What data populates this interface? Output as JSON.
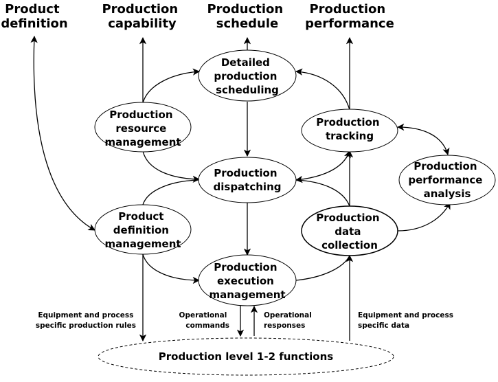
{
  "headers": {
    "product_definition": [
      "Product",
      "definition"
    ],
    "production_capability": [
      "Production",
      "capability"
    ],
    "production_schedule": [
      "Production",
      "schedule"
    ],
    "production_performance": [
      "Production",
      "performance"
    ]
  },
  "nodes": {
    "detailed_scheduling": [
      "Detailed",
      "production",
      "scheduling"
    ],
    "resource_management": [
      "Production",
      "resource",
      "management"
    ],
    "tracking": [
      "Production",
      "tracking"
    ],
    "dispatching": [
      "Production",
      "dispatching"
    ],
    "performance_analysis": [
      "Production",
      "performance",
      "analysis"
    ],
    "definition_management": [
      "Product",
      "definition",
      "management"
    ],
    "data_collection": [
      "Production",
      "data",
      "collection"
    ],
    "execution_management": [
      "Production",
      "execution",
      "management"
    ]
  },
  "labels": {
    "equipment_rules": [
      "Equipment and process",
      "specific production rules"
    ],
    "operational_commands": [
      "Operational",
      "commands"
    ],
    "operational_responses": [
      "Operational",
      "responses"
    ],
    "equipment_data": [
      "Equipment and process",
      "specific data"
    ]
  },
  "bottom": {
    "level_functions": "Production level 1-2 functions"
  },
  "colors": {
    "stroke": "#000000",
    "background": "#ffffff"
  }
}
